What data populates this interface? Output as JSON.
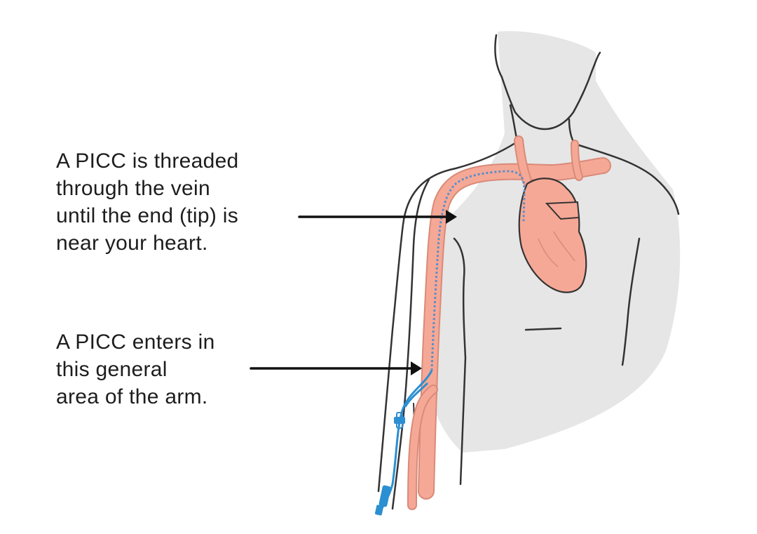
{
  "captions": {
    "tip": {
      "lines": [
        "A PICC is threaded",
        "through the vein",
        "until the end (tip) is",
        "near your heart."
      ]
    },
    "entry": {
      "lines": [
        "A PICC enters in",
        "this general",
        "area of the arm."
      ]
    }
  },
  "colors": {
    "body_fill": "#e6e6e6",
    "outline": "#333333",
    "vein_fill": "#f6a896",
    "vein_stroke": "#d98a78",
    "catheter": "#2b8fd1",
    "catheter_dots": "#5b8fc9",
    "arrow": "#111111",
    "text": "#1d1d1d"
  },
  "icons": {
    "heart": "heart-icon",
    "arrow": "arrow-right-icon"
  }
}
